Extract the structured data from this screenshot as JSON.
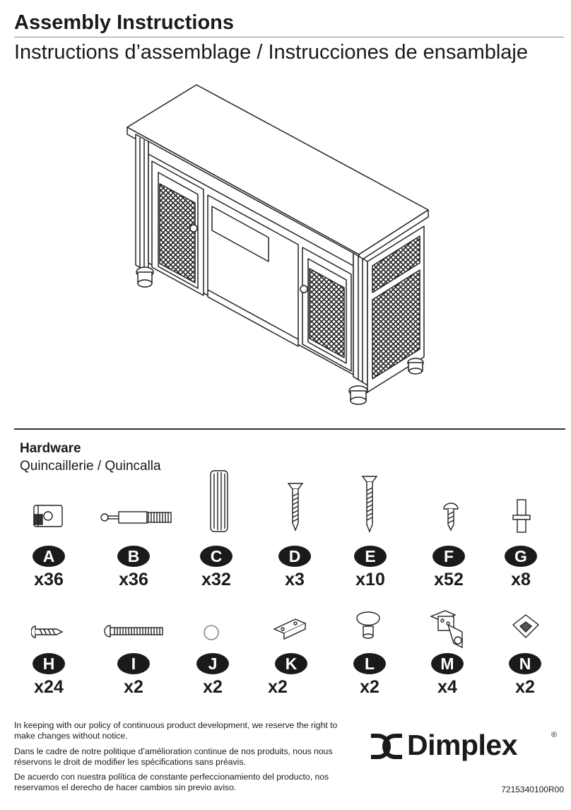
{
  "header": {
    "title_en": "Assembly Instructions",
    "title_fr_es": "Instructions d’assemblage / Instrucciones de ensamblaje"
  },
  "hardware": {
    "title": "Hardware",
    "subtitle": "Quincaillerie / Quincalla",
    "parts": [
      {
        "letter": "A",
        "qty": "x36",
        "icon": "cam-lock-icon"
      },
      {
        "letter": "B",
        "qty": "x36",
        "icon": "cam-bolt-icon"
      },
      {
        "letter": "C",
        "qty": "x32",
        "icon": "wood-dowel-icon"
      },
      {
        "letter": "D",
        "qty": "x3",
        "icon": "flat-head-screw-icon"
      },
      {
        "letter": "E",
        "qty": "x10",
        "icon": "long-screw-icon"
      },
      {
        "letter": "F",
        "qty": "x52",
        "icon": "pan-head-screw-icon"
      },
      {
        "letter": "G",
        "qty": "x8",
        "icon": "shelf-pin-icon"
      },
      {
        "letter": "H",
        "qty": "x24",
        "icon": "small-screw-icon"
      },
      {
        "letter": "I",
        "qty": "x2",
        "icon": "machine-bolt-icon"
      },
      {
        "letter": "J",
        "qty": "x2",
        "icon": "washer-ring-icon"
      },
      {
        "letter": "K",
        "qty": "x2",
        "icon": "bracket-icon"
      },
      {
        "letter": "L",
        "qty": "x2",
        "icon": "knob-icon"
      },
      {
        "letter": "M",
        "qty": "x4",
        "icon": "hinge-icon"
      },
      {
        "letter": "N",
        "qty": "x2",
        "icon": "corner-block-icon"
      }
    ]
  },
  "notice": {
    "en": "In keeping with our policy of continuous product development, we reserve the right to make changes without notice.",
    "fr": "Dans le cadre de notre politique d’amélioration continue de nos produits, nous nous réservons le droit de modifier les spécifications sans préavis.",
    "es": "De acuerdo con nuestra política de constante perfeccionamiento del producto, nos reservamos el derecho de hacer cambios sin previo aviso."
  },
  "brand": {
    "name": "Dimplex",
    "registered": "®"
  },
  "doc_code": "7215340100R00"
}
